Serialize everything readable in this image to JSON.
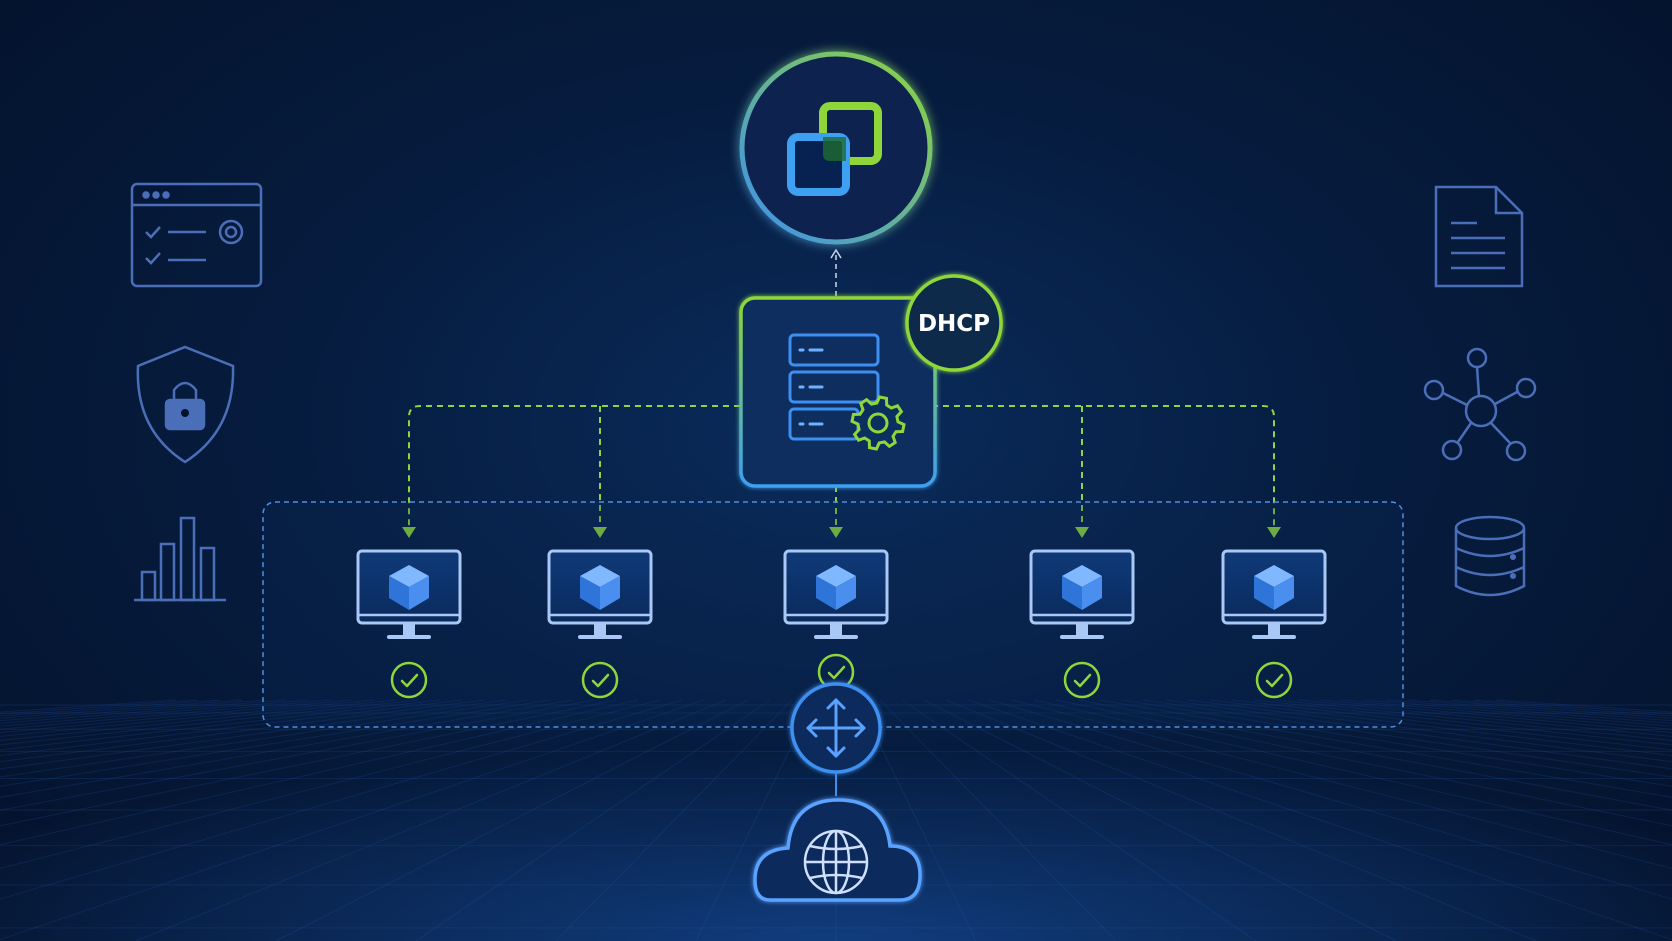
{
  "diagram": {
    "badge_label": "DHCP",
    "nodes": {
      "hypervisor": "vmware-style-logo",
      "dhcp_server": "server-with-gear",
      "router": "router-arrows",
      "internet": "cloud-globe"
    },
    "clients": [
      {
        "icon": "monitor-cube",
        "status": "ok"
      },
      {
        "icon": "monitor-cube",
        "status": "ok"
      },
      {
        "icon": "monitor-cube",
        "status": "ok"
      },
      {
        "icon": "monitor-cube",
        "status": "ok"
      },
      {
        "icon": "monitor-cube",
        "status": "ok"
      }
    ],
    "side_icons_left": [
      "settings-window-icon",
      "shield-lock-icon",
      "bar-chart-icon"
    ],
    "side_icons_right": [
      "document-icon",
      "network-hub-icon",
      "database-icon"
    ]
  },
  "colors": {
    "accent_green": "#8fd63a",
    "accent_blue": "#3d8ff0",
    "icon_dim": "#4a6fb8",
    "background": "#061c3f"
  }
}
